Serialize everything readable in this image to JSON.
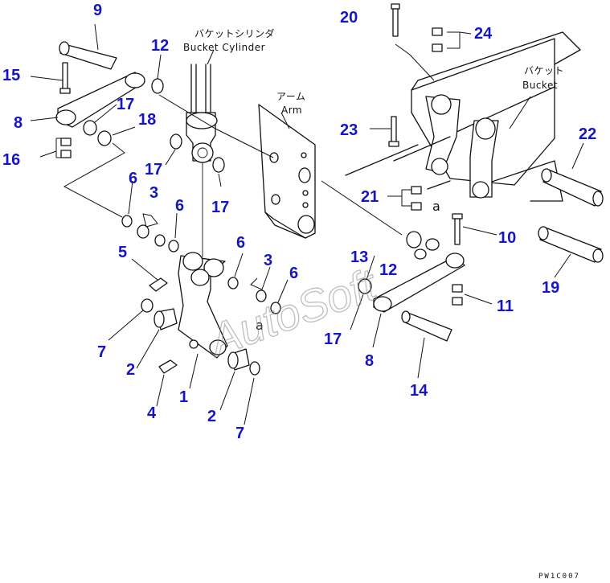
{
  "labels": {
    "bucket_cylinder_jp": "バケットシリンダ",
    "bucket_cylinder_en": "Bucket Cylinder",
    "arm_jp": "アーム",
    "arm_en": "Arm",
    "bucket_jp": "バケット",
    "bucket_en": "Bucket",
    "detail_mark": "a"
  },
  "callouts": {
    "c1": "1",
    "c2a": "2",
    "c2b": "2",
    "c3a": "3",
    "c3b": "3",
    "c4": "4",
    "c5": "5",
    "c6a": "6",
    "c6b": "6",
    "c6c": "6",
    "c6d": "6",
    "c7a": "7",
    "c7b": "7",
    "c8a": "8",
    "c8b": "8",
    "c9": "9",
    "c10": "10",
    "c11": "11",
    "c12a": "12",
    "c12b": "12",
    "c13": "13",
    "c14": "14",
    "c15": "15",
    "c16": "16",
    "c17a": "17",
    "c17b": "17",
    "c17c": "17",
    "c17d": "17",
    "c18": "18",
    "c19": "19",
    "c20": "20",
    "c21": "21",
    "c22": "22",
    "c23": "23",
    "c24": "24"
  },
  "watermark": "AutoSoft",
  "drawing_code": "PW1C007",
  "colors": {
    "callout": "#1515c8",
    "line": "#111111",
    "watermark": "#8a8a8a"
  }
}
